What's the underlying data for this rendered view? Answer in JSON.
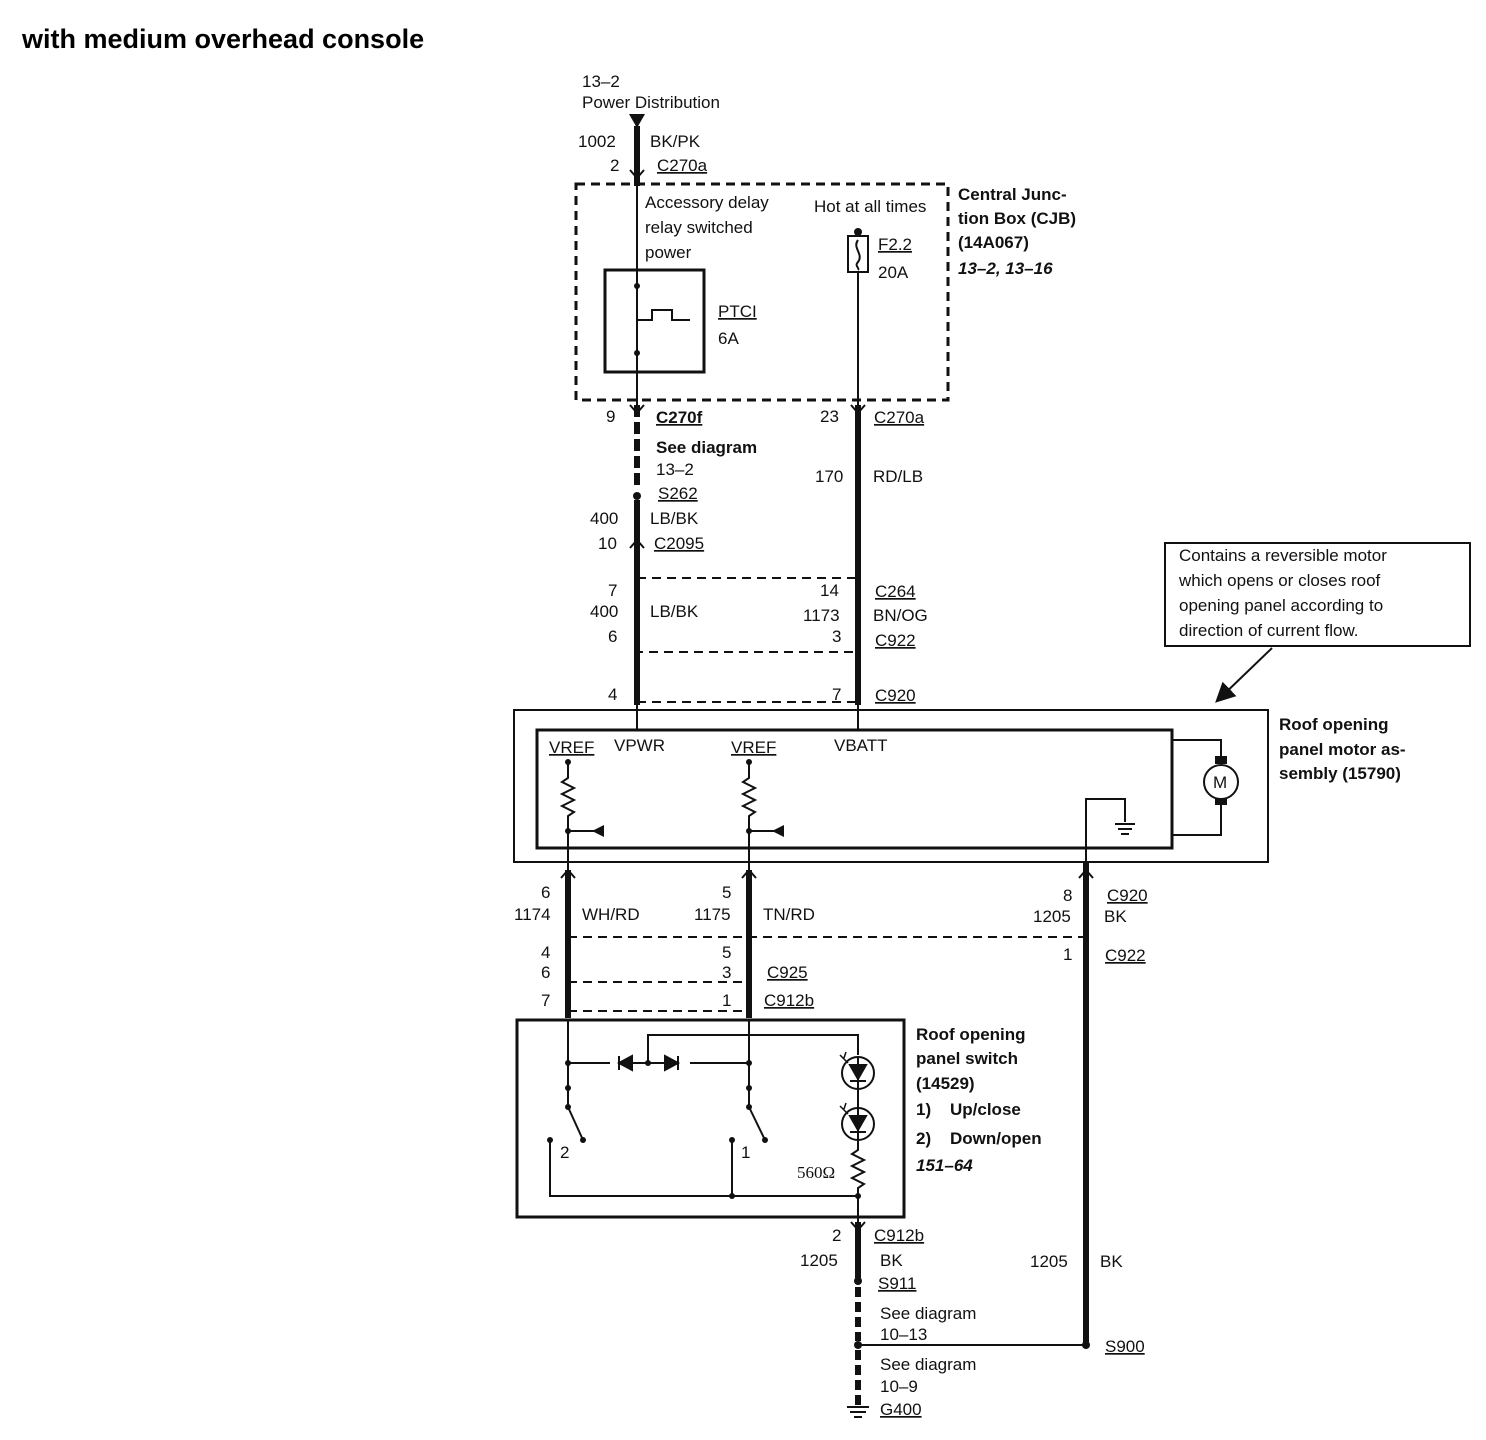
{
  "title": "with medium overhead console",
  "source": {
    "ref": "13–2",
    "label": "Power Distribution"
  },
  "top_wire": {
    "circuit": "1002",
    "color": "BK/PK",
    "pin": "2",
    "connector": "C270a"
  },
  "cjb": {
    "name_lines": [
      "Central Junc-",
      "tion Box (CJB)",
      "(14A067)"
    ],
    "refs": "13–2, 13–16",
    "accessory_lines": [
      "Accessory delay",
      "relay switched",
      "power"
    ],
    "ptc_label": "PTCI",
    "ptc_rating": "6A",
    "hot_label": "Hot at all times",
    "fuse_label": "F2.2",
    "fuse_rating": "20A"
  },
  "left_run": {
    "pin1": "9",
    "conn1": "C270f",
    "see_lines": [
      "See diagram",
      "13–2"
    ],
    "splice": "S262",
    "circuit": "400",
    "color": "LB/BK",
    "pin2": "10",
    "conn2": "C2095",
    "pin3": "7",
    "circuit2": "400",
    "color2": "LB/BK",
    "pin4": "6",
    "pin5": "4"
  },
  "right_run": {
    "pin1": "23",
    "conn1": "C270a",
    "circuit": "170",
    "color": "RD/LB",
    "pin2": "14",
    "conn2": "C264",
    "circuit2": "1173",
    "color2": "BN/OG",
    "pin3": "3",
    "conn3": "C922",
    "pin4": "7",
    "conn4": "C920"
  },
  "note": [
    "Contains a reversible motor",
    "which opens or closes roof",
    "opening panel according to",
    "direction of current flow."
  ],
  "motor_assembly": {
    "name_lines": [
      "Roof opening",
      "panel motor as-",
      "sembly (15790)"
    ],
    "labels": [
      "VREF",
      "VPWR",
      "VREF",
      "VBATT"
    ],
    "motor": "M"
  },
  "lower": {
    "a_pin": "6",
    "a_circuit": "1174",
    "a_color": "WH/RD",
    "b_pin": "5",
    "b_circuit": "1175",
    "b_color": "TN/RD",
    "c_pin": "8",
    "c_circuit": "1205",
    "c_color": "BK",
    "c_conn": "C920",
    "a_p2": "4",
    "a_p3": "6",
    "a_p4": "7",
    "b_p2": "5",
    "b_p3": "3",
    "b_p4": "1",
    "c_p2": "1",
    "c_conn2": "C922",
    "conn_c925": "C925",
    "conn_c912b": "C912b"
  },
  "switch": {
    "name_lines": [
      "Roof opening",
      "panel switch",
      "(14529)"
    ],
    "options": [
      "1)",
      "Up/close",
      "2)",
      "Down/open"
    ],
    "ref": "151–64",
    "resistor": "560Ω",
    "pos_a": "2",
    "pos_b": "1"
  },
  "ground_run": {
    "pin": "2",
    "conn": "C912b",
    "circuit": "1205",
    "color": "BK",
    "splice": "S911",
    "see1_lines": [
      "See diagram",
      "10–13"
    ],
    "see2_lines": [
      "See diagram",
      "10–9"
    ],
    "ground": "G400",
    "right_circuit": "1205",
    "right_color": "BK",
    "right_splice": "S900"
  }
}
